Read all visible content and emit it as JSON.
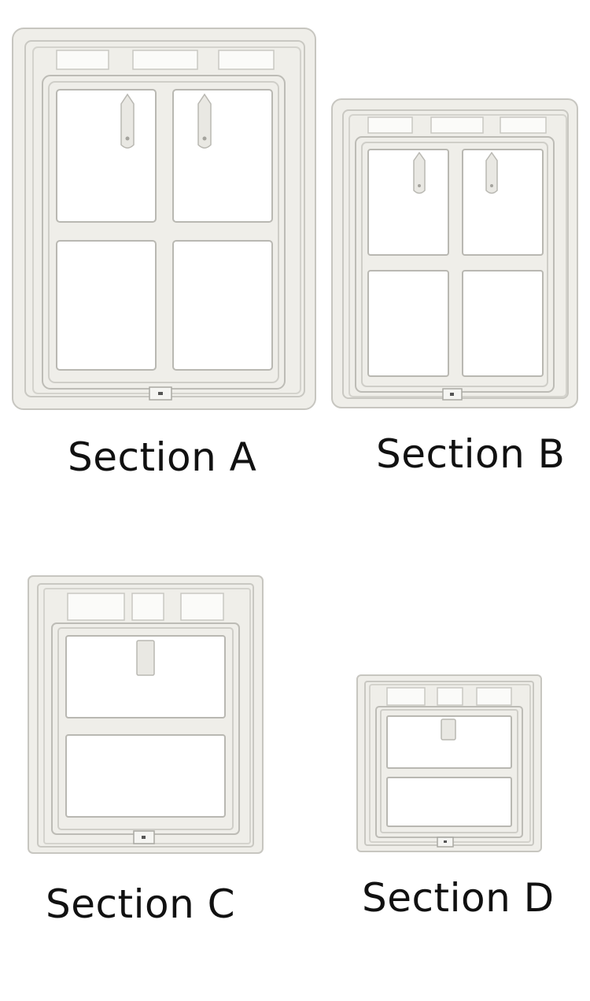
{
  "sections": [
    {
      "label": "Section A",
      "flaps": 2,
      "shade": "#ecebe6"
    },
    {
      "label": "Section B",
      "flaps": 2,
      "shade": "#ecebe6"
    },
    {
      "label": "Section C",
      "flaps": 1,
      "shade": "#ecebe6"
    },
    {
      "label": "Section D",
      "flaps": 1,
      "shade": "#ecebe6"
    }
  ],
  "colors": {
    "frame": "#efeee9",
    "edge": "#c9c8c2",
    "shadow": "#b9b8b2",
    "background": "#ffffff"
  }
}
